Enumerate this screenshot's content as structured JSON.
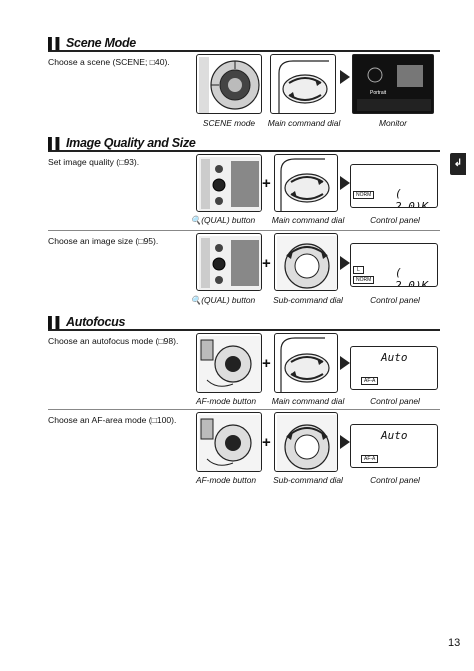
{
  "sections": {
    "scene": {
      "title": "Scene Mode"
    },
    "quality": {
      "title": "Image Quality and Size"
    },
    "af": {
      "title": "Autofocus"
    }
  },
  "rows": {
    "scene": {
      "desc": "Choose a scene (SCENE; □40).",
      "cap1": "SCENE mode",
      "cap2": "Main command dial",
      "cap3": "Monitor",
      "monitor_label": "Portrait"
    },
    "quality": {
      "desc": "Set image quality (□93).",
      "cap1": "(QUAL) button",
      "cap2": "Main command dial",
      "cap3": "Control panel",
      "lcd_value": "( 2.0)K",
      "lcd_tag": "NORM"
    },
    "size": {
      "desc": "Choose an image size (□95).",
      "cap1": "(QUAL) button",
      "cap2": "Sub-command dial",
      "cap3": "Control panel",
      "lcd_value": "( 2.0)K",
      "lcd_tag": "NORM",
      "lcd_tag2": "L"
    },
    "afmode": {
      "desc": "Choose an autofocus mode (□98).",
      "cap1": "AF-mode button",
      "cap2": "Main command dial",
      "cap3": "Control panel",
      "lcd_value": "Auto",
      "lcd_tag": "AF-A"
    },
    "afarea": {
      "desc": "Choose an AF-area mode (□100).",
      "cap1": "AF-mode button",
      "cap2": "Sub-command dial",
      "cap3": "Control panel",
      "lcd_value": "Auto",
      "lcd_tag": "AF-A"
    }
  },
  "side_tab": "↲",
  "plus_sign": "+",
  "marker": "▌▌",
  "page_number": "13"
}
